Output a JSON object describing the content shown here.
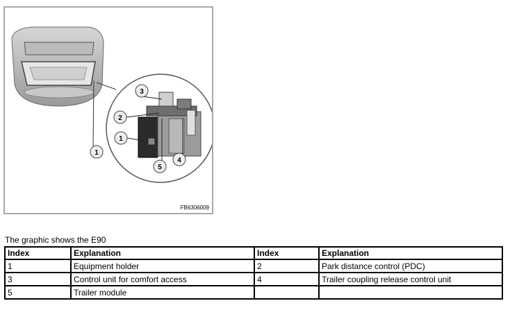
{
  "figure": {
    "code": "FB6306009",
    "callouts": [
      "1",
      "2",
      "3",
      "4",
      "5",
      "1"
    ]
  },
  "caption": "The graphic shows the E90",
  "table": {
    "headers": [
      "Index",
      "Explanation",
      "Index",
      "Explanation"
    ],
    "rows": [
      [
        "1",
        "Equipment holder",
        "2",
        "Park distance control (PDC)"
      ],
      [
        "3",
        "Control unit for comfort access",
        "4",
        "Trailer coupling release control unit"
      ],
      [
        "5",
        "Trailer module",
        "",
        ""
      ]
    ]
  }
}
